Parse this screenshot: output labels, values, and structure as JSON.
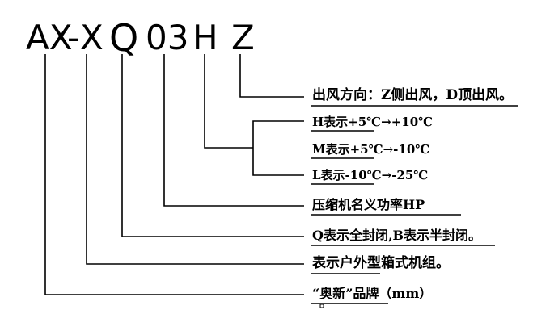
{
  "model_code": {
    "part_ax": "AX",
    "part_dash1": "-",
    "part_x": "X",
    "part_q": "Q",
    "part_03": "03",
    "part_h": "H",
    "part_z": "Z"
  },
  "descriptions": {
    "outlet_direction": "出风方向：Z侧出风，D顶出风。",
    "temp_h": "H表示+5℃→+10℃",
    "temp_m": "M表示+5℃→-10℃",
    "temp_l": "L表示-10℃→-25℃",
    "compressor_power": "压缩机名义功率HP",
    "compressor_type": "Q表示全封闭,B表示半封闭。",
    "unit_type": "表示户外型箱式机组。",
    "brand": "“奥新”品牌（mm）"
  }
}
